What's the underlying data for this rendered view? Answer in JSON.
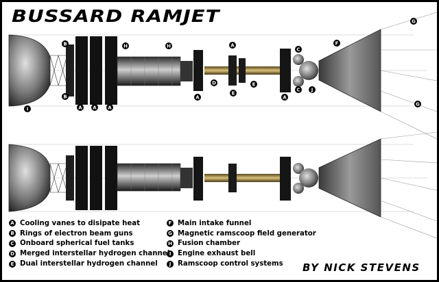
{
  "title": "BUSSARD RAMJET",
  "credit": "BY NICK STEVENS",
  "legend": [
    {
      "key": "A",
      "text": "Cooling vanes to disipate heat"
    },
    {
      "key": "B",
      "text": "Rings of electron beam guns"
    },
    {
      "key": "C",
      "text": "Onboard spherical fuel tanks"
    },
    {
      "key": "D",
      "text": "Merged interstellar hydrogen channel"
    },
    {
      "key": "E",
      "text": "Dual interstellar hydrogen channel"
    },
    {
      "key": "F",
      "text": "Main intake funnel"
    },
    {
      "key": "G",
      "text": "Magnetic ramscoop field generator"
    },
    {
      "key": "H",
      "text": "Fusion chamber"
    },
    {
      "key": "I",
      "text": "Engine exhaust bell"
    },
    {
      "key": "J",
      "text": "Ramscoop control systems"
    }
  ],
  "markers": [
    "B",
    "B",
    "H",
    "H",
    "A",
    "A",
    "A",
    "A",
    "A",
    "A",
    "D",
    "E",
    "E",
    "C",
    "C",
    "J",
    "F",
    "G",
    "G",
    "I"
  ]
}
